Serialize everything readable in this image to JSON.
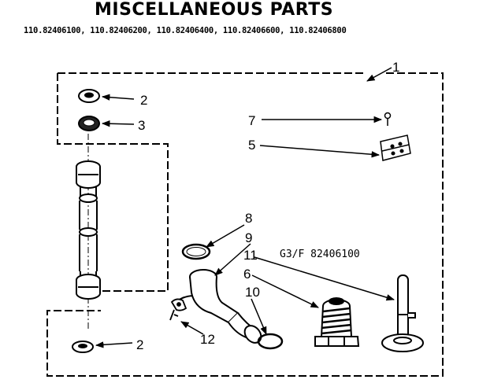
{
  "header": {
    "title": "MISCELLANEOUS PARTS",
    "models": "110.82406100, 110.82406200, 110.82406400, 110.82406600, 110.82406800"
  },
  "diagram": {
    "drawing_code": "G3/F 82406100",
    "callouts": {
      "c1": "1",
      "c2a": "2",
      "c3": "3",
      "c7": "7",
      "c5": "5",
      "c8": "8",
      "c9": "9",
      "c11": "11",
      "c6": "6",
      "c10": "10",
      "c12": "12",
      "c2b": "2"
    }
  }
}
